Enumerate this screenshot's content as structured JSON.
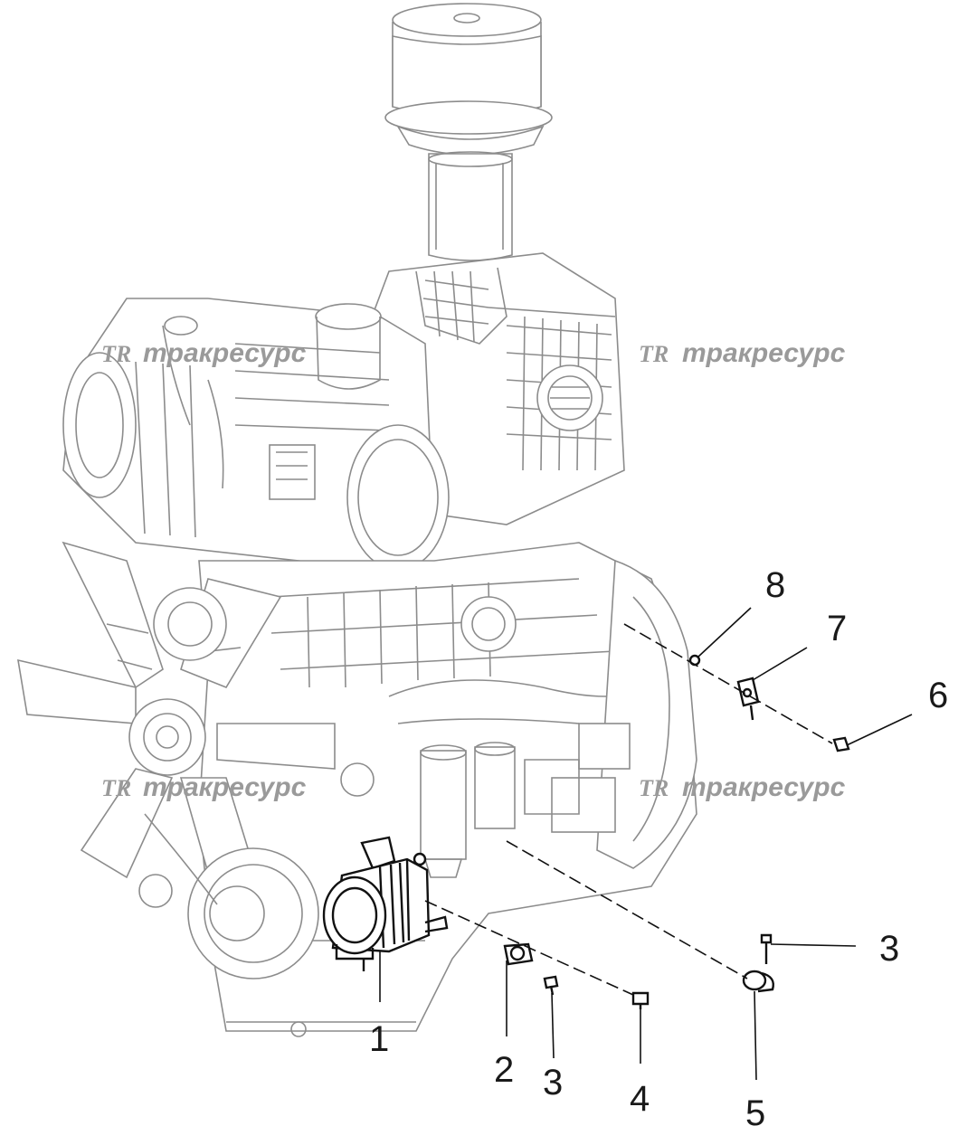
{
  "watermark": {
    "logo": "TR",
    "text": "тракресурс"
  },
  "callouts": [
    {
      "id": "1",
      "label": "1"
    },
    {
      "id": "2",
      "label": "2"
    },
    {
      "id": "3a",
      "label": "3"
    },
    {
      "id": "3b",
      "label": "3"
    },
    {
      "id": "4",
      "label": "4"
    },
    {
      "id": "5",
      "label": "5"
    },
    {
      "id": "6",
      "label": "6"
    },
    {
      "id": "7",
      "label": "7"
    },
    {
      "id": "8",
      "label": "8"
    }
  ],
  "colors": {
    "engine_line": "#8c8c8c",
    "part_line": "#111111",
    "watermark": "#9a9a9a",
    "background": "#ffffff"
  }
}
